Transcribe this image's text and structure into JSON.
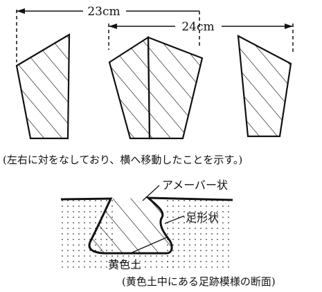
{
  "top": {
    "dim_23": "23cm",
    "dim_24": "24cm",
    "caption": "(左右に対をなしており、横へ移動したことを示す。)"
  },
  "bottom": {
    "label_amoeba": "アメーバー状",
    "label_foot": "足形状",
    "label_soil": "黄色土",
    "caption": "(黄色土中にある足跡模様の断面)"
  }
}
